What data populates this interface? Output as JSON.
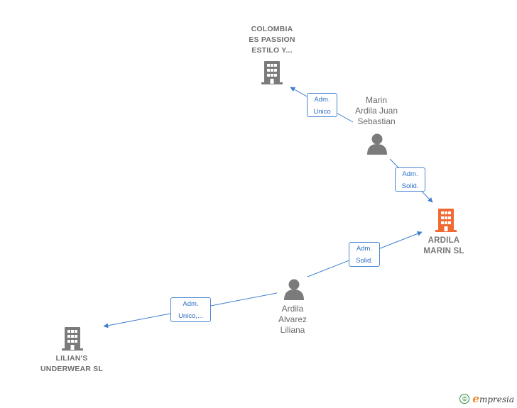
{
  "nodes": {
    "colombia": {
      "label": "COLOMBIA\nES PASSION\nESTILO Y...",
      "type": "company"
    },
    "ardila_marin": {
      "label": "ARDILA\nMARIN  SL",
      "type": "company-main"
    },
    "lilians": {
      "label": "LILIAN'S\nUNDERWEAR SL",
      "type": "company"
    },
    "marin_juan": {
      "label": "Marin\nArdila Juan\nSebastian",
      "type": "person"
    },
    "ardila_alvarez": {
      "label": "Ardila\nAlvarez\nLiliana",
      "type": "person"
    }
  },
  "edges": {
    "e1": {
      "label": "Adm.\nUnico"
    },
    "e2": {
      "label": "Adm.\nSolid."
    },
    "e3": {
      "label": "Adm.\nSolid."
    },
    "e4": {
      "label": "Adm.\nUnico,..."
    }
  },
  "footer": {
    "copyright_symbol": "©",
    "brand_initial": "e",
    "brand_rest": "mpresia"
  },
  "colors": {
    "edge": "#3d7fcf",
    "company": "#7b7b7b",
    "main_company": "#f26a33",
    "person": "#7b7b7b"
  }
}
